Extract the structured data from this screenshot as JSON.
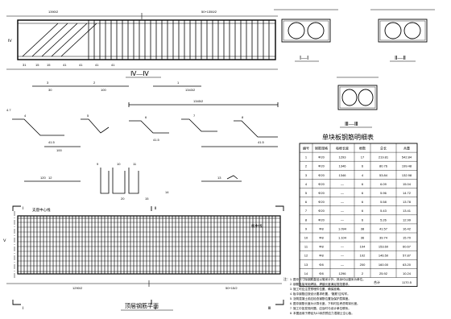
{
  "elevation": {
    "top_dim_left": "1390/2",
    "top_dim_right": "50+1350/2",
    "left_tag": "Ⅳ",
    "section_label": "Ⅳ—Ⅳ",
    "bottom_dims": [
      "31",
      "15",
      "15",
      "41",
      "41",
      "41",
      "41"
    ]
  },
  "sections": {
    "s1_label": "Ⅰ—Ⅰ",
    "s2_label": "Ⅱ—Ⅱ",
    "s3_label": "Ⅲ—Ⅲ"
  },
  "rebar_details": {
    "bar_marks": [
      "3",
      "2",
      "1",
      "4",
      "5",
      "6",
      "7",
      "8",
      "9",
      "10",
      "11",
      "12",
      "13",
      "14"
    ],
    "dims": [
      "30",
      "100",
      "1343/2",
      "1345/2",
      "41.5",
      "41.5",
      "41.5",
      "100",
      "120",
      "20",
      "15",
      "4.7"
    ]
  },
  "table": {
    "title": "单块板钢筋明细表",
    "headers": [
      "编号",
      "钢筋规格",
      "每根长度",
      "根数",
      "总长",
      "共重"
    ],
    "rows": [
      [
        "1",
        "Φ20",
        "1293",
        "17",
        "219.81",
        "542.84"
      ],
      [
        "2",
        "Φ20",
        "1346",
        "6",
        "80.76",
        "199.48"
      ],
      [
        "3",
        "Φ20",
        "1346",
        "4",
        "53.84",
        "132.98"
      ],
      [
        "4",
        "Φ20",
        "—",
        "6",
        "6.09",
        "15.04"
      ],
      [
        "5",
        "Φ20",
        "—",
        "6",
        "5.96",
        "14.72"
      ],
      [
        "6",
        "Φ20",
        "—",
        "6",
        "5.58",
        "13.78"
      ],
      [
        "7",
        "Φ20",
        "—",
        "6",
        "5.43",
        "13.41"
      ],
      [
        "8",
        "Φ20",
        "—",
        "6",
        "5.26",
        "12.99"
      ],
      [
        "9",
        "Φ8",
        "1.094",
        "38",
        "41.57",
        "16.42"
      ],
      [
        "10",
        "Φ8",
        "1.104",
        "36",
        "39.74",
        "15.70"
      ],
      [
        "11",
        "Φ8",
        "—",
        "104",
        "153.60",
        "60.67"
      ],
      [
        "12",
        "Φ8",
        "—",
        "102",
        "146.50",
        "57.87"
      ],
      [
        "13",
        "Φ8",
        "—",
        "200",
        "160.00",
        "63.20"
      ],
      [
        "14",
        "Φ8",
        "1296",
        "2",
        "25.92",
        "10.24"
      ]
    ],
    "total_label": "合计",
    "total_value": "1170.5"
  },
  "plan": {
    "support_label": "支座中心线",
    "joint_label": "板中线",
    "bottom_dim_left": "1290/2",
    "bottom_dim_right": "50+15/2",
    "title": "顶层钢筋平面",
    "cut_left": "Ⅰ",
    "cut_mid": "Ⅱ",
    "cut_right": "Ⅲ",
    "v_tag": "Ⅴ"
  },
  "notes": {
    "heading": "注：",
    "lines": [
      "1. 图中尺寸除钢筋直径以毫米计外，其余均以厘米为单位。",
      "2. 钢筋连接采用焊接，焊缝长度满足规范要求。",
      "3. 施工时应注意预埋件位置，确保准确。",
      "4. 板中钢筋应按设计要求布置，“箍筋”应勾牢。",
      "5. 浇筑混凝土前应检查钢筋位置及保护层厚度。",
      "6. 图中钢筋长度为计算长度，下料时应考虑弯钩长度。",
      "7. 施工中如发现问题，应及时与设计单位联系。",
      "8. 本图适用于跨径为13米的预应力混凝土空心板。"
    ]
  }
}
